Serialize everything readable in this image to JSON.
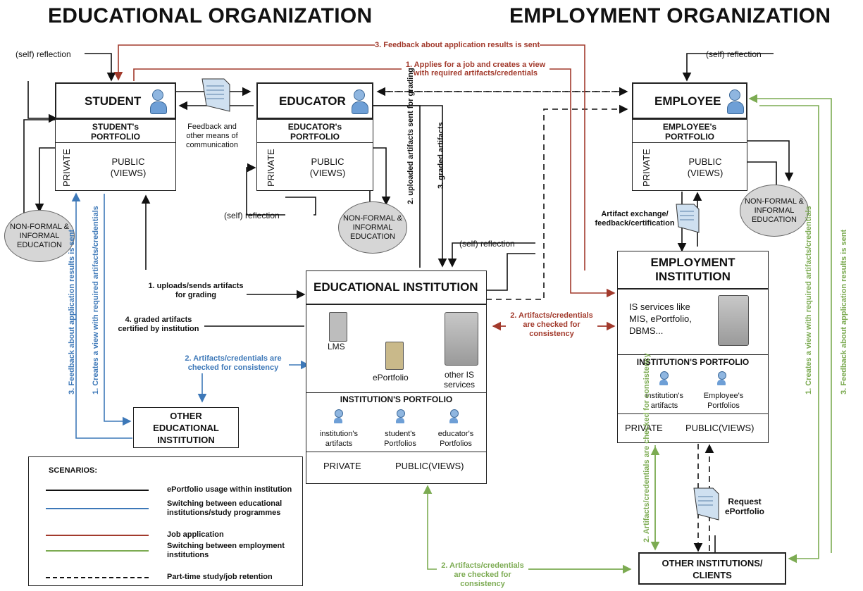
{
  "headers": {
    "left": "EDUCATIONAL ORGANIZATION",
    "right": "EMPLOYMENT ORGANIZATION"
  },
  "student": {
    "title": "STUDENT",
    "portfolio": "STUDENT's PORTFOLIO",
    "private": "PRIVATE",
    "public": "PUBLIC (VIEWS)"
  },
  "educator": {
    "title": "EDUCATOR",
    "portfolio": "EDUCATOR's PORTFOLIO",
    "private": "PRIVATE",
    "public": "PUBLIC (VIEWS)"
  },
  "employee": {
    "title": "EMPLOYEE",
    "portfolio": "EMPLOYEE's PORTFOLIO",
    "private": "PRIVATE",
    "public": "PUBLIC (VIEWS)"
  },
  "nonformal": "NON-FORMAL & INFORMAL EDUCATION",
  "self_reflection": "(self) reflection",
  "feedback_comm": "Feedback and other means of communication",
  "edu_inst": {
    "title": "EDUCATIONAL INSTITUTION",
    "lms": "LMS",
    "eportfolio": "ePortfolio",
    "other_is": "other IS services",
    "portfolio": "INSTITUTION'S PORTFOLIO",
    "items": [
      "institution's artifacts",
      "student's Portfolios",
      "educator's Portfolios"
    ],
    "private": "PRIVATE",
    "public": "PUBLIC(VIEWS)"
  },
  "emp_inst": {
    "title": "EMPLOYMENT INSTITUTION",
    "services": "IS services like MIS, ePortfolio, DBMS...",
    "portfolio": "INSTITUTION'S PORTFOLIO",
    "items": [
      "institution's artifacts",
      "Employee's Portfolios"
    ],
    "private": "PRIVATE",
    "public": "PUBLIC(VIEWS)"
  },
  "other_edu": "OTHER EDUCATIONAL INSTITUTION",
  "other_clients": "OTHER INSTITUTIONS/ CLIENTS",
  "labels": {
    "red_feedback": "3. Feedback about application results is sent",
    "red_applies": "1. Applies for a job and creates a view with required artifacts/credentials",
    "red_checked": "2. Artifacts/credentials are checked for consistency",
    "uploads": "1. uploads/sends artifacts for grading",
    "graded_cert": "4. graded artifacts certified by institution",
    "uploaded_sent": "2. uploaded artifacts sent for grading",
    "graded": "3. graded artifacts",
    "blue_checked": "2. Artifacts/credentials are checked for consistency",
    "blue_feedback": "3. Feedback about application results is sent",
    "blue_creates": "1. Creates a view with required artifacts/credentials",
    "artifact_exchange": "Artifact exchange/ feedback/certification",
    "green_checked_bottom": "2. Artifacts/credentials are checked for consistency",
    "green_checked_vert": "2. Artifacts/credentials are checked for consistency",
    "request": "Request ePortfolio",
    "green_creates": "1. Creates a view with required artifacts/credentials",
    "green_feedback": "3. Feedback about application results is sent"
  },
  "legend": {
    "title": "SCENARIOS:",
    "items": [
      {
        "label": "ePortfolio usage within institution",
        "color": "#111111",
        "dash": false
      },
      {
        "label": "Switching between educational institutions/study programmes",
        "color": "#3d78b8",
        "dash": false
      },
      {
        "label": "Job application",
        "color": "#a23a2c",
        "dash": false
      },
      {
        "label": "Switching between employment institutions",
        "color": "#7cab52",
        "dash": false
      },
      {
        "label": "Part-time study/job retention",
        "color": "#111111",
        "dash": true
      }
    ]
  }
}
